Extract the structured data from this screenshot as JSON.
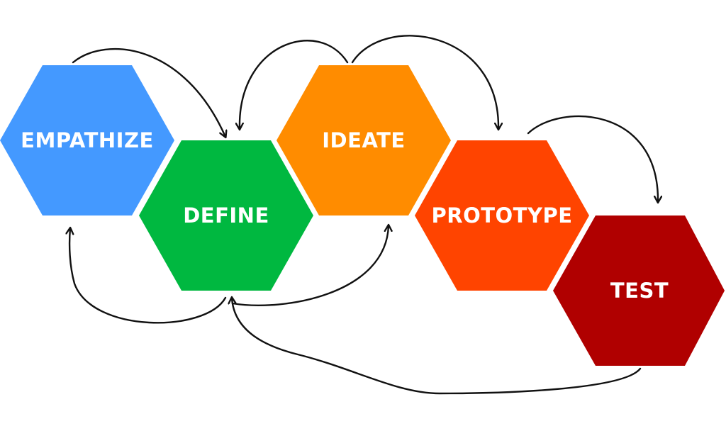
{
  "stages": [
    {
      "id": "empathize",
      "label": "EMPATHIZE",
      "color": "#4499ff"
    },
    {
      "id": "define",
      "label": "DEFINE",
      "color": "#00b840"
    },
    {
      "id": "ideate",
      "label": "IDEATE",
      "color": "#ff8c00"
    },
    {
      "id": "prototype",
      "label": "PROTOTYPE",
      "color": "#ff4400"
    },
    {
      "id": "test",
      "label": "TEST",
      "color": "#b00000"
    }
  ],
  "connectors": [
    {
      "from": "empathize",
      "to": "define"
    },
    {
      "from": "define",
      "to": "empathize"
    },
    {
      "from": "ideate",
      "to": "define"
    },
    {
      "from": "ideate",
      "to": "prototype"
    },
    {
      "from": "define",
      "to": "ideate"
    },
    {
      "from": "prototype",
      "to": "test"
    },
    {
      "from": "test",
      "to": "define"
    }
  ],
  "arrow_color": "#111111"
}
